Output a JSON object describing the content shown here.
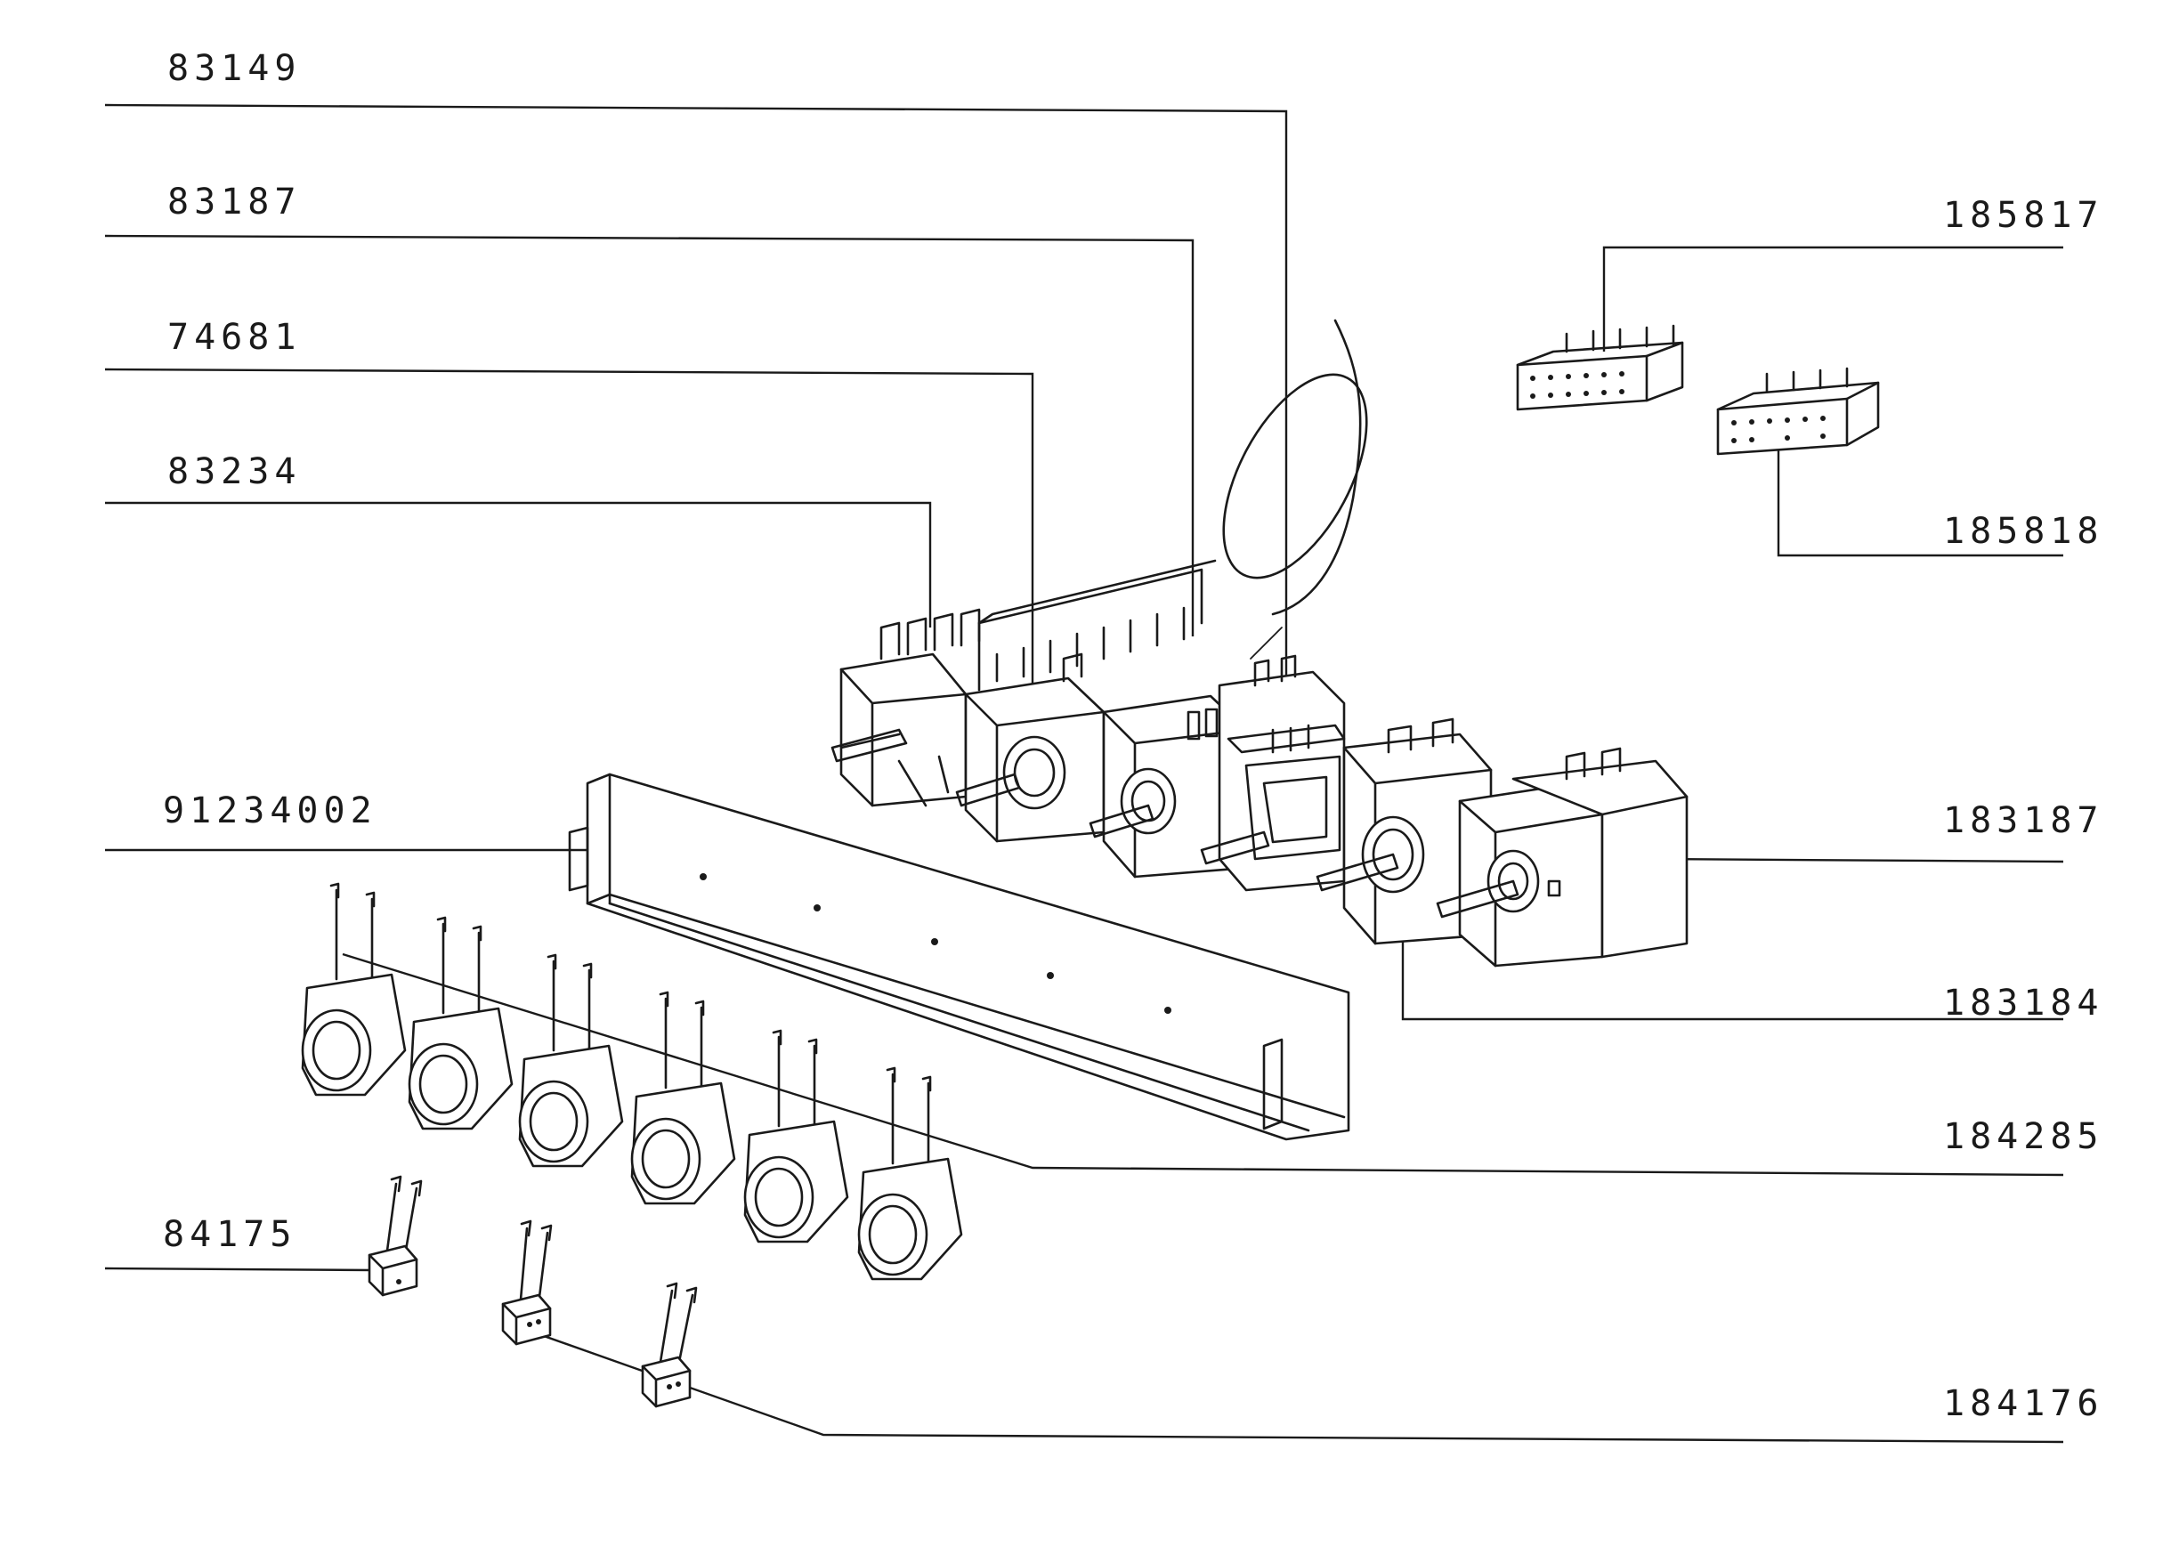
{
  "parts": [
    {
      "id": "p1",
      "label": "83149"
    },
    {
      "id": "p2",
      "label": "83187"
    },
    {
      "id": "p3",
      "label": "74681"
    },
    {
      "id": "p4",
      "label": "83234"
    },
    {
      "id": "p5",
      "label": "91234002"
    },
    {
      "id": "p6",
      "label": "84175"
    },
    {
      "id": "p7",
      "label": "185817"
    },
    {
      "id": "p8",
      "label": "185818"
    },
    {
      "id": "p9",
      "label": "183187"
    },
    {
      "id": "p10",
      "label": "183184"
    },
    {
      "id": "p11",
      "label": "184285"
    },
    {
      "id": "p12",
      "label": "184176"
    }
  ]
}
